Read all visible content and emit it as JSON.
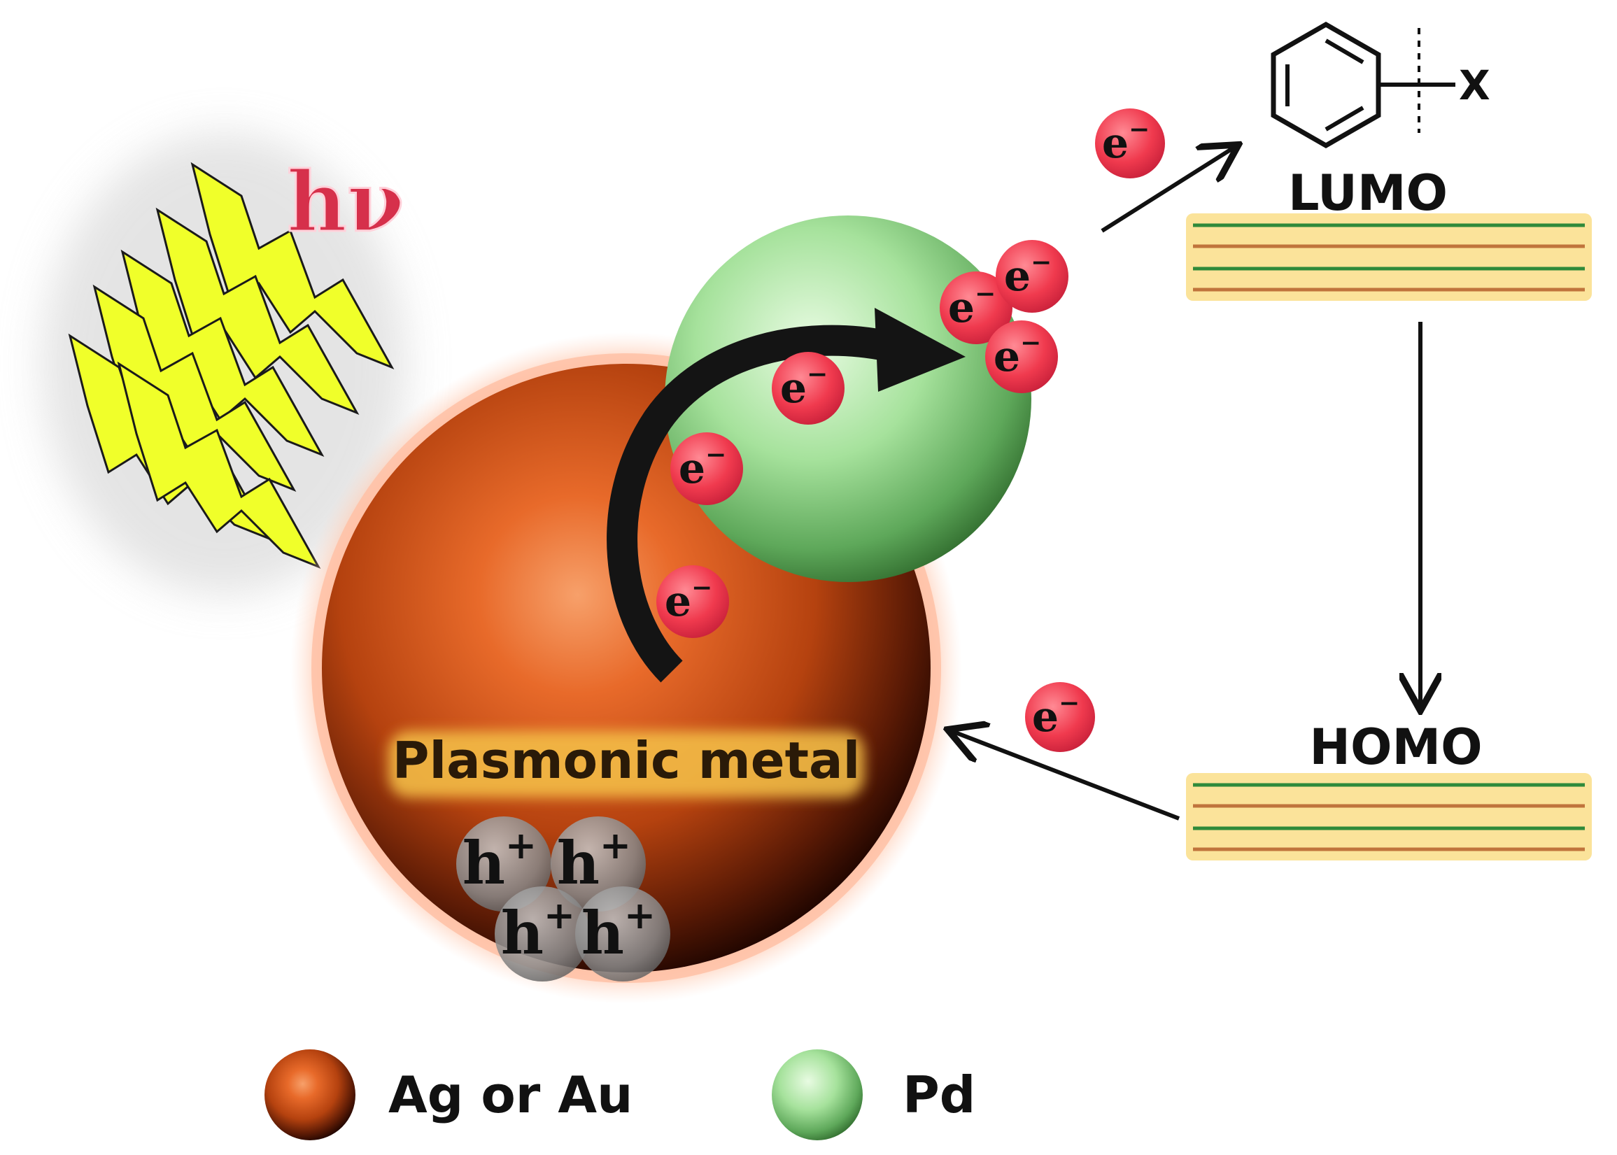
{
  "figure": {
    "photon_label": "hν",
    "particle_label": "Plasmonic metal",
    "lumo_label": "LUMO",
    "homo_label": "HOMO",
    "substituent_label": "X",
    "electron_label": "e",
    "electron_charge": "−",
    "hole_label": "h",
    "hole_charge": "+"
  },
  "legend": {
    "items": [
      {
        "label": "Ag or Au",
        "color": "#c8501a"
      },
      {
        "label": "Pd",
        "color": "#9fdc9a"
      }
    ]
  },
  "colors": {
    "electron": "#f03a4e",
    "photon": "#f0ff2a",
    "photon_label": "#d6304b",
    "level_green": "#2f8a3a",
    "level_orange": "#c0743c",
    "level_glow": "#fbe39a"
  }
}
